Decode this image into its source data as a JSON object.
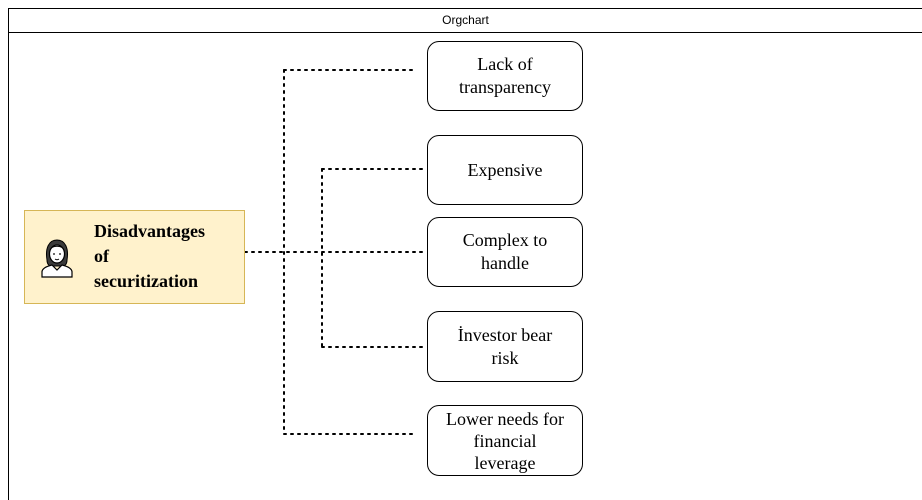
{
  "window": {
    "title": "Orgchart"
  },
  "root": {
    "label": "Disadvantages\nof\nsecuritization",
    "icon": "woman-avatar-icon",
    "fill_color": "#fff2cc",
    "border_color": "#d6b656"
  },
  "children": [
    {
      "label": "Lack of\ntransparency"
    },
    {
      "label": "Expensive"
    },
    {
      "label": "Complex to\nhandle"
    },
    {
      "label": "İnvestor bear\nrisk"
    },
    {
      "label": "Lower needs for\nfinancial\nleverage"
    }
  ],
  "connector_style": "dotted"
}
